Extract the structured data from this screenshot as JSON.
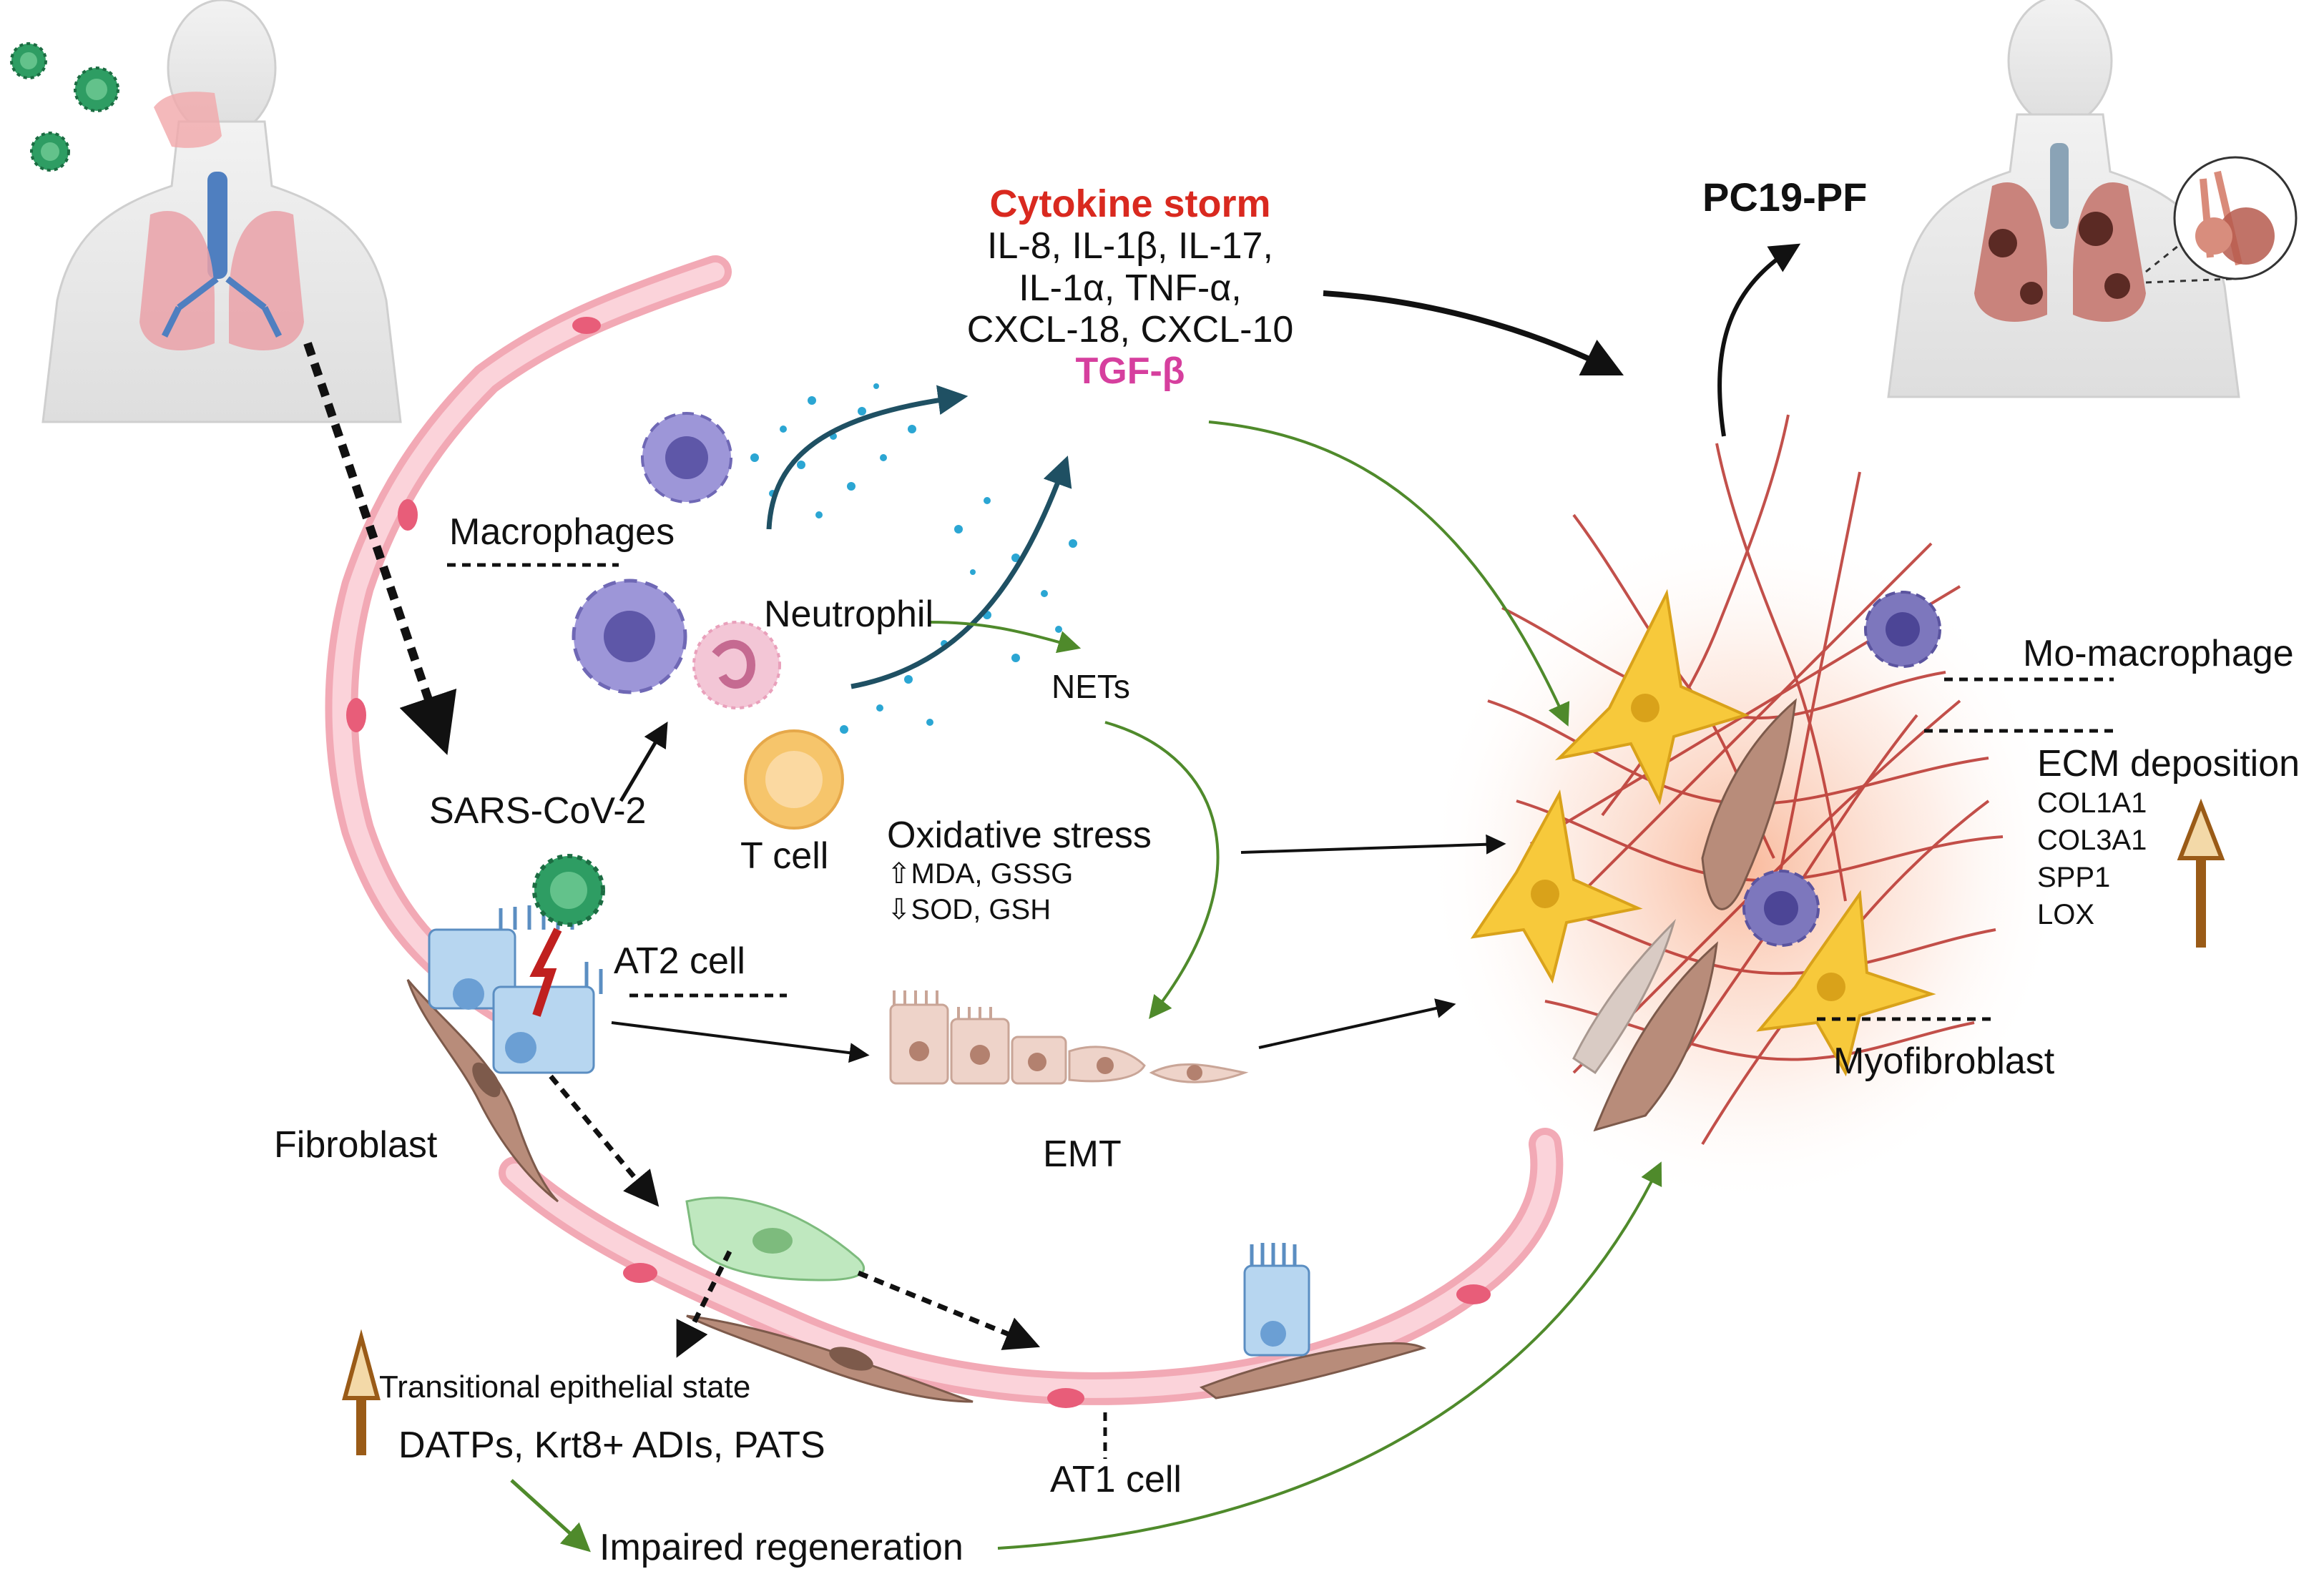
{
  "title": "PC19-PF",
  "cytokine": {
    "heading": "Cytokine storm",
    "line1": "IL-8, IL-1β, IL-17,",
    "line2": "IL-1α, TNF-α,",
    "line3": "CXCL-18, CXCL-10",
    "tgf": "TGF-β",
    "heading_color": "#d9291f",
    "tgf_color": "#d63f9e"
  },
  "labels": {
    "macrophages": "Macrophages",
    "neutrophil": "Neutrophil",
    "nets": "NETs",
    "t_cell": "T cell",
    "sars": "SARS-CoV-2",
    "at2": "AT2 cell",
    "fibroblast": "Fibroblast",
    "emt": "EMT",
    "at1": "AT1 cell",
    "impaired": "Impaired regeneration",
    "mo_macrophage": "Mo-macrophage",
    "myofibroblast": "Myofibroblast"
  },
  "oxidative": {
    "heading": "Oxidative stress",
    "line1": "⇧MDA, GSSG",
    "line2": "⇩SOD, GSH"
  },
  "ecm": {
    "heading": "ECM deposition",
    "genes": [
      "COL1A1",
      "COL3A1",
      "SPP1",
      "LOX"
    ]
  },
  "transitional": {
    "heading": "Transitional epithelial state",
    "markers": "DATPs, Krt8+ ADIs, PATS"
  },
  "colors": {
    "virus": "#2e9d63",
    "macrophage": "#9d96d8",
    "neutrophil": "#f3c6d6",
    "t_cell": "#f6c56b",
    "fibroblast": "#b88c7a",
    "at1_cell": "#f5b4bf",
    "at2_cell": "#b7d6f0",
    "myofibroblast": "#f7c93b",
    "fiber": "#b8322c",
    "green_arrow": "#4f8a2b",
    "dark_arrow": "#1f5063",
    "brown_arrow": "#9a5b17"
  }
}
